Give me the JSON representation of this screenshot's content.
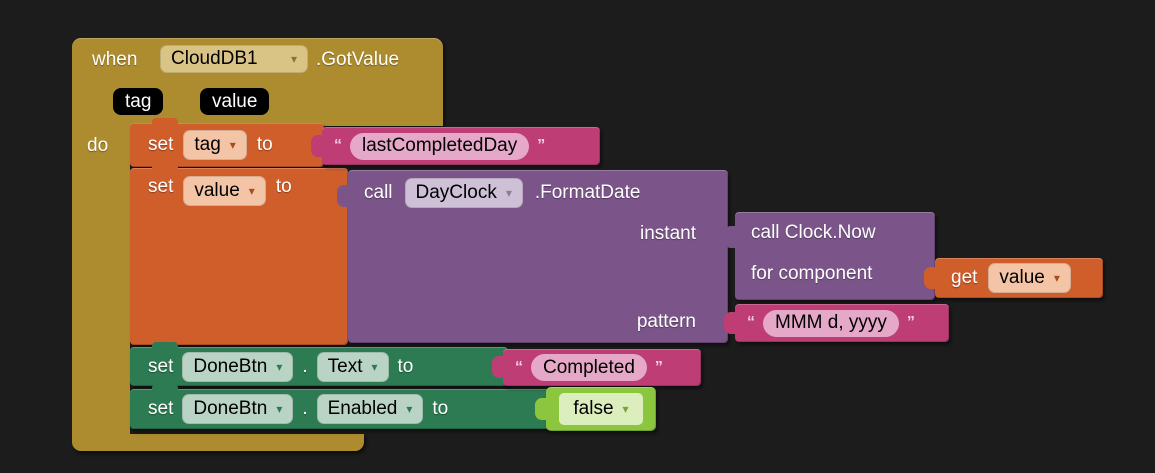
{
  "colors": {
    "canvas_bg": "#1c1c1c",
    "event_block_gold": "#ad8c2f",
    "setter_orange": "#cf5e2b",
    "method_call_purple": "#7b5589",
    "component_setter_green": "#2d7b52",
    "text_block_magenta": "#bd3d74",
    "logic_block_green": "#8cc63f"
  },
  "icons": {
    "dropdown_arrow": "▾"
  },
  "blocks": {
    "when_event": {
      "keyword": "when",
      "component": "CloudDB1",
      "event": ".GotValue",
      "param_tag": "tag",
      "param_value": "value",
      "do_label": "do"
    },
    "set_tag": {
      "keyword": "set",
      "variable": "tag",
      "to": "to"
    },
    "text_last_completed_day": {
      "open_quote": "“",
      "value": "lastCompletedDay",
      "close_quote": "”"
    },
    "set_value": {
      "keyword": "set",
      "variable": "value",
      "to": "to"
    },
    "call_format_date": {
      "keyword": "call",
      "component": "DayClock",
      "method": ".FormatDate",
      "arg_instant": "instant",
      "arg_pattern": "pattern"
    },
    "call_clock_now": {
      "label": "call Clock.Now",
      "arg_for_component": "for component"
    },
    "get_value": {
      "keyword": "get",
      "variable": "value"
    },
    "text_date_pattern": {
      "open_quote": "“",
      "value": "MMM d, yyyy",
      "close_quote": "”"
    },
    "set_done_btn_text": {
      "keyword": "set",
      "component": "DoneBtn",
      "dot": ".",
      "property": "Text",
      "to": "to"
    },
    "text_completed": {
      "open_quote": "“",
      "value": "Completed",
      "close_quote": "”"
    },
    "set_done_btn_enabled": {
      "keyword": "set",
      "component": "DoneBtn",
      "dot": ".",
      "property": "Enabled",
      "to": "to"
    },
    "logic_false": {
      "value": "false"
    }
  }
}
